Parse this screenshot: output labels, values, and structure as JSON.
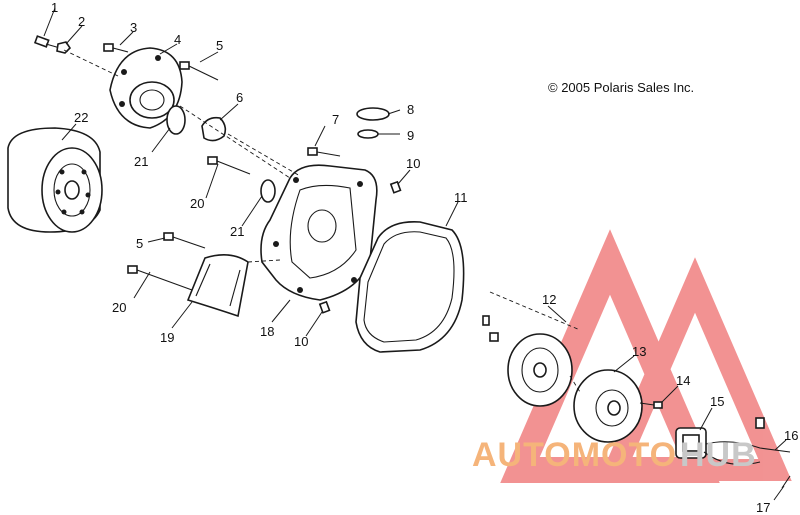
{
  "copyright": "© 2005 Polaris Sales Inc.",
  "watermark": {
    "text_orange": "AUTOMOTO",
    "text_gray": "HUB",
    "color_orange": "#f5b47a",
    "color_gray": "#c8c8c8",
    "color_red": "#f08080"
  },
  "callouts": {
    "c1": "1",
    "c2": "2",
    "c3": "3",
    "c4": "4",
    "c5a": "5",
    "c5b": "5",
    "c6": "6",
    "c7": "7",
    "c8": "8",
    "c9": "9",
    "c10a": "10",
    "c10b": "10",
    "c11": "11",
    "c12": "12",
    "c13": "13",
    "c14": "14",
    "c15": "15",
    "c16": "16",
    "c17": "17",
    "c18": "18",
    "c19": "19",
    "c20a": "20",
    "c20b": "20",
    "c21a": "21",
    "c21b": "21",
    "c22": "22"
  }
}
